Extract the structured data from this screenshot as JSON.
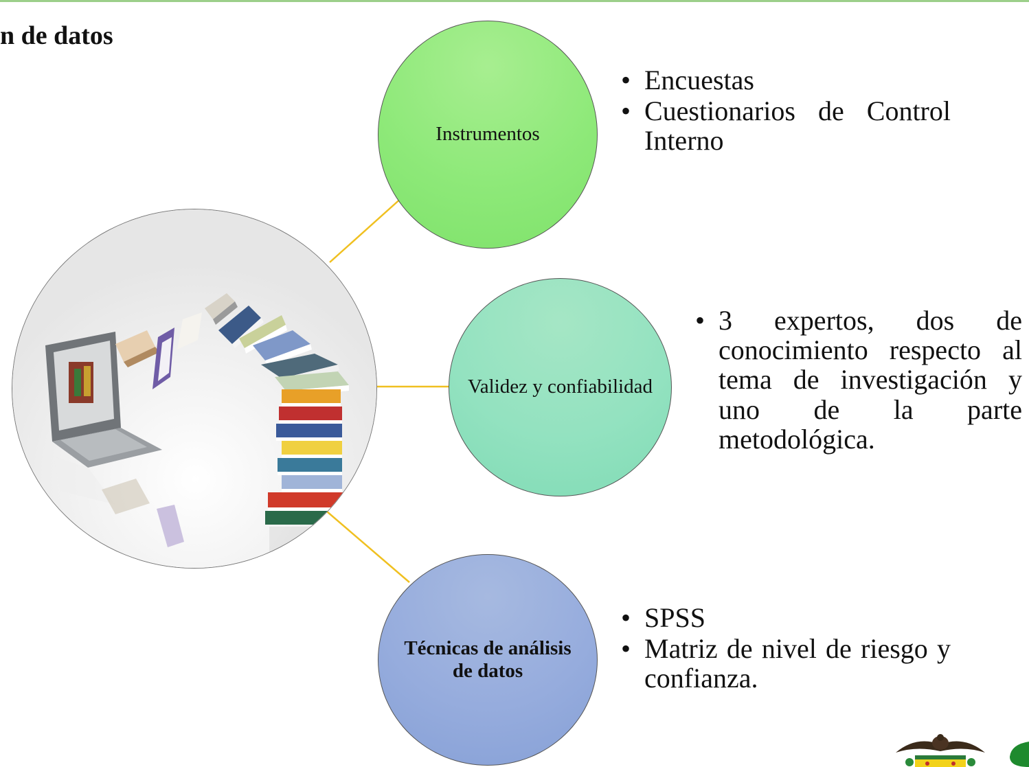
{
  "slide": {
    "title": "n de datos",
    "accent_colors": {
      "node_green": "#8ee979",
      "node_teal": "#93e2c0",
      "node_blue": "#96acdd",
      "connector": "#f0c020"
    }
  },
  "hub": {
    "image": "laptop-with-flying-books-illustration"
  },
  "nodes": [
    {
      "label": "Instrumentos",
      "bullets": [
        "Encuestas",
        "Cuestionarios de Control Interno"
      ]
    },
    {
      "label": "Validez y confiabilidad",
      "bullets": [
        "3 expertos, dos de conocimiento respecto al tema de investigación y uno de la parte metodológica."
      ]
    },
    {
      "label": "Técnicas de análisis de datos",
      "bullets": [
        "SPSS",
        "Matriz de nivel de riesgo y confianza."
      ]
    }
  ],
  "logos": [
    "coat-of-arms-logo",
    "green-leaf-logo"
  ]
}
